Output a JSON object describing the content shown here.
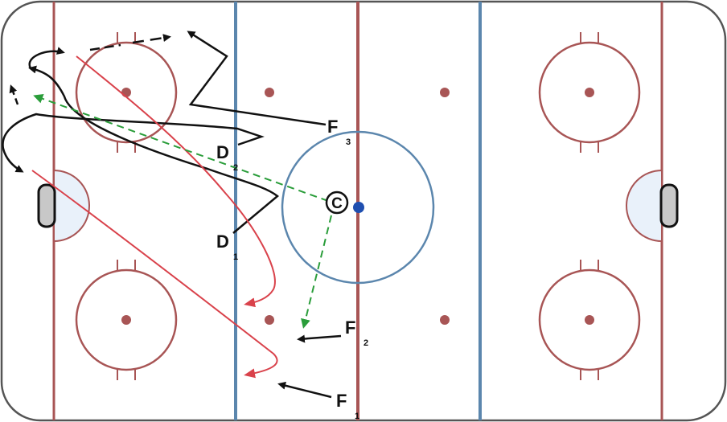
{
  "diagram": {
    "colors": {
      "board": "#555555",
      "red_line": "#a85555",
      "blue_line": "#5b86ad",
      "dot": "#a85555",
      "center_dot": "#1f4fb0",
      "crease_fill": "#e9f1fa",
      "player_path": "#111111",
      "pass": "#2a9d3a",
      "skate_red": "#d9424b"
    },
    "players": [
      {
        "id": "F3",
        "letter": "F",
        "sub": "3"
      },
      {
        "id": "D2",
        "letter": "D",
        "sub": "2"
      },
      {
        "id": "D1",
        "letter": "D",
        "sub": "1"
      },
      {
        "id": "F2",
        "letter": "F",
        "sub": "2"
      },
      {
        "id": "F1",
        "letter": "F",
        "sub": "1"
      }
    ],
    "coach_symbol": "C"
  }
}
